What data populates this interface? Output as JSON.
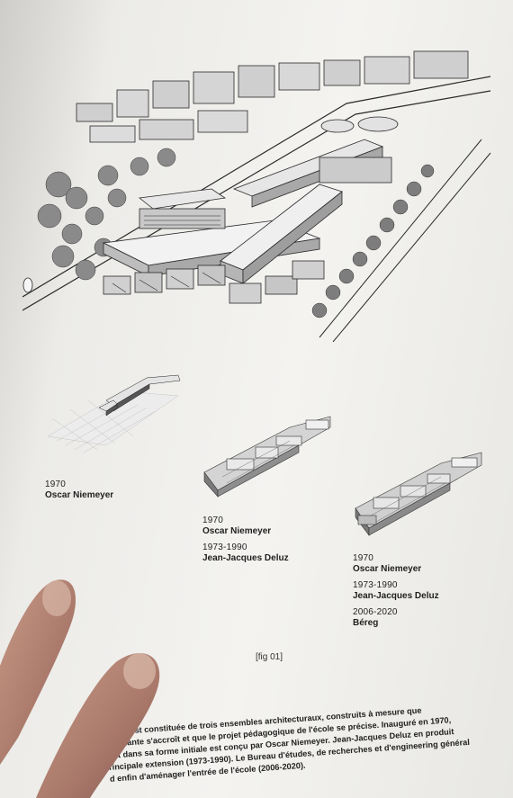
{
  "figure_label": "[fig 01]",
  "stages": [
    {
      "lines": [
        {
          "year": "1970",
          "name": "Oscar Niemeyer"
        }
      ]
    },
    {
      "lines": [
        {
          "year": "1970",
          "name": "Oscar Niemeyer"
        },
        {
          "year": "1973-1990",
          "name": "Jean-Jacques Deluz"
        }
      ]
    },
    {
      "lines": [
        {
          "year": "1970",
          "name": "Oscar Niemeyer"
        },
        {
          "year": "1973-1990",
          "name": "Jean-Jacques Deluz"
        },
        {
          "year": "2006-2020",
          "name": "Béreg"
        }
      ]
    }
  ],
  "footnote": [
    "Alger est constituée de trois ensembles architecturaux, construits à mesure que",
    "étudiante s'accroît et que le projet pédagogique de l'école se précise. Inauguré en 1970,",
    "ant dans sa forme initiale est conçu par Oscar Niemeyer. Jean-Jacques Deluz en produit",
    "rincipale extension (1973-1990). Le Bureau d'études, de recherches et d'engineering général",
    "d enfin d'aménager l'entrée de l'école (2006-2020)."
  ]
}
